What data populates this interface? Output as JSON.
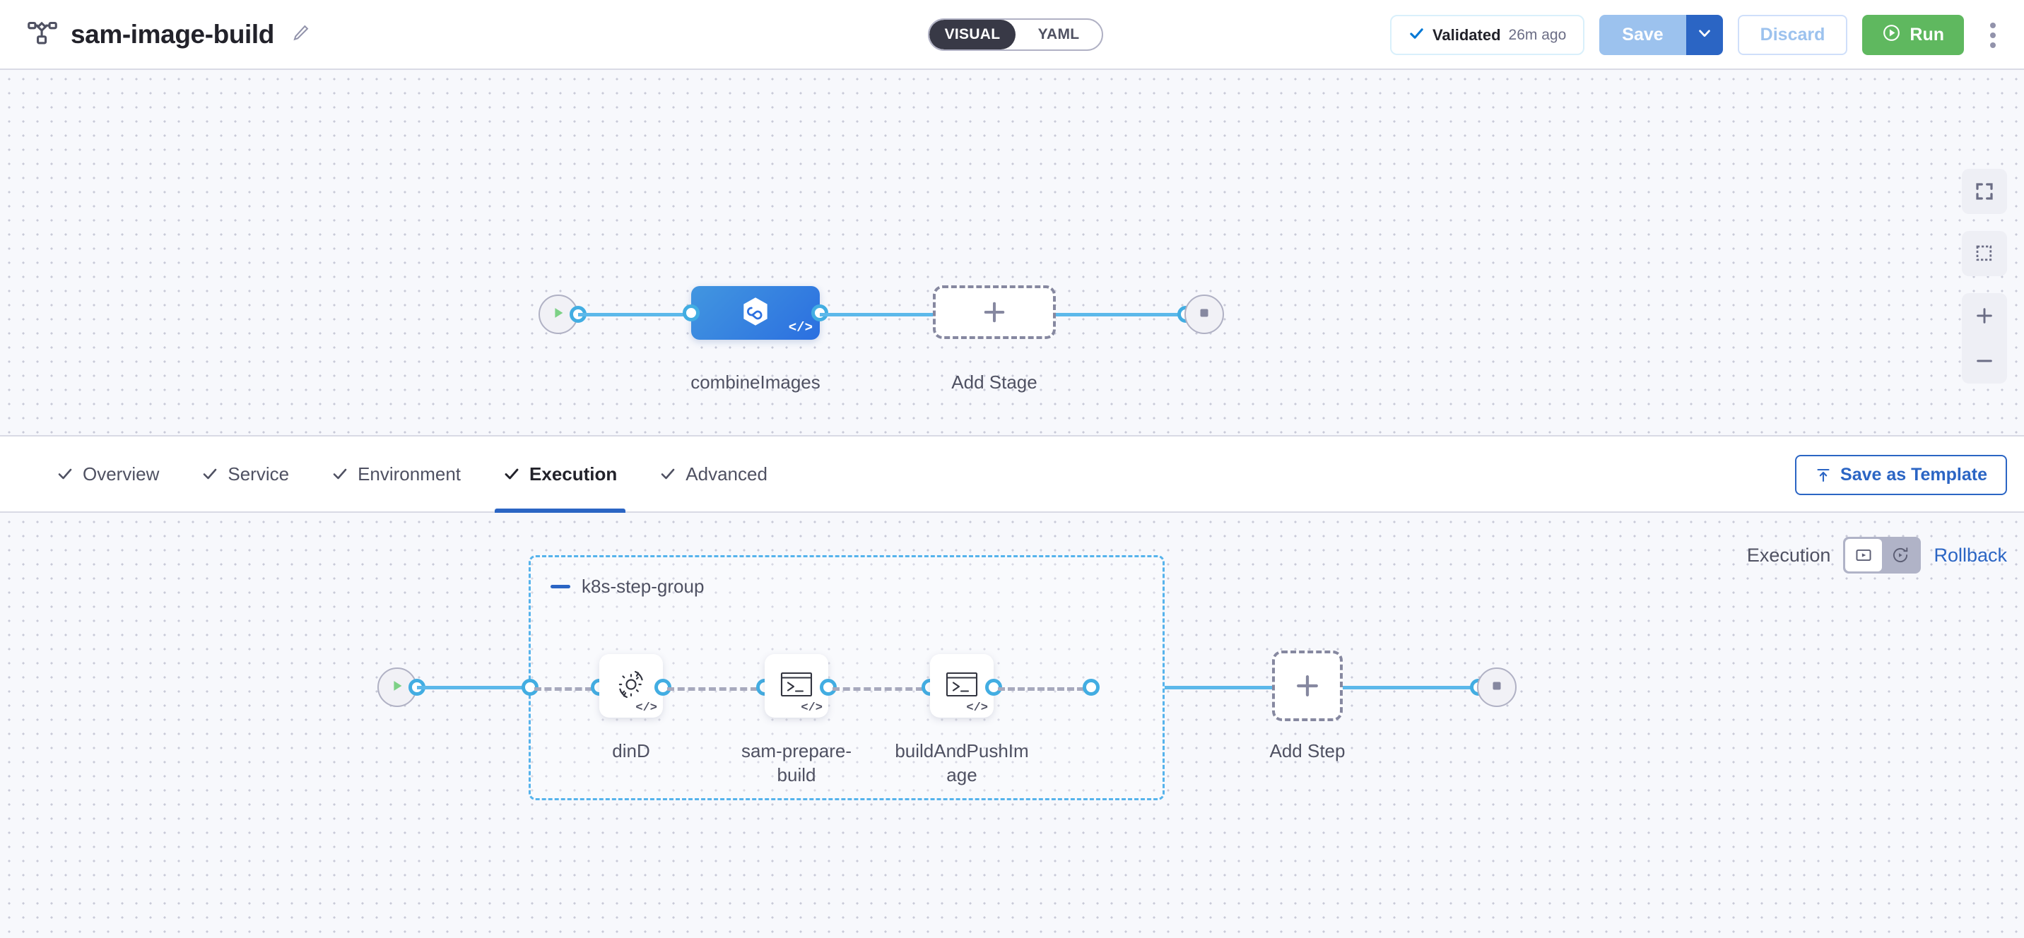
{
  "header": {
    "pipeline_icon": "pipeline-nodes-icon",
    "title": "sam-image-build",
    "edit_icon": "pencil-icon",
    "view_toggle": {
      "options": [
        "VISUAL",
        "YAML"
      ],
      "selected": "VISUAL"
    },
    "validated": {
      "icon": "check-icon",
      "label": "Validated",
      "time": "26m ago"
    },
    "save": {
      "label": "Save",
      "caret_icon": "chevron-down-icon"
    },
    "discard": {
      "label": "Discard"
    },
    "run": {
      "label": "Run",
      "icon": "play-circle-icon"
    },
    "more_menu": {
      "icon": "kebab-menu-icon"
    }
  },
  "stage_canvas": {
    "start_node": {
      "icon": "play-icon"
    },
    "end_node": {
      "icon": "stop-icon"
    },
    "stage": {
      "name": "combineImages",
      "icon": "ci-hexagon-infinity-icon",
      "badge": "</>"
    },
    "add_stage": {
      "label": "Add Stage",
      "icon": "plus-icon"
    },
    "controls": [
      {
        "name": "fit-to-screen",
        "icon": "expand-icon"
      },
      {
        "name": "selection-box",
        "icon": "dashed-square-icon"
      },
      {
        "name": "zoom-in",
        "icon": "plus-icon"
      },
      {
        "name": "zoom-out",
        "icon": "minus-icon"
      }
    ]
  },
  "tabs": {
    "items": [
      {
        "label": "Overview",
        "icon": "check-icon",
        "active": false
      },
      {
        "label": "Service",
        "icon": "check-icon",
        "active": false
      },
      {
        "label": "Environment",
        "icon": "check-icon",
        "active": false
      },
      {
        "label": "Execution",
        "icon": "check-icon",
        "active": true
      },
      {
        "label": "Advanced",
        "icon": "check-icon",
        "active": false
      }
    ],
    "save_as_template": {
      "label": "Save as Template",
      "icon": "template-upload-icon"
    }
  },
  "execution_canvas": {
    "mode_toggle": {
      "execution_label": "Execution",
      "rollback_label": "Rollback",
      "buttons": [
        {
          "name": "execution-mode",
          "icon": "play-box-icon",
          "active": true
        },
        {
          "name": "rollback-mode",
          "icon": "rollback-circle-icon",
          "active": false
        }
      ]
    },
    "start_node": {
      "icon": "play-icon"
    },
    "end_node": {
      "icon": "stop-icon"
    },
    "group": {
      "title": "k8s-step-group",
      "collapse_icon": "minus-icon"
    },
    "steps": [
      {
        "name": "dinD",
        "icon": "gear-rotate-icon",
        "badge": "</>"
      },
      {
        "name": "sam-prepare-\nbuild",
        "icon": "terminal-icon",
        "badge": "</>"
      },
      {
        "name": "buildAndPushIm\nage",
        "icon": "terminal-icon",
        "badge": "</>"
      }
    ],
    "add_step": {
      "label": "Add Step",
      "icon": "plus-icon"
    }
  },
  "colors": {
    "accent_blue": "#2b65c4",
    "link_blue": "#5cb8ea",
    "run_green": "#5fb85f",
    "canvas_bg": "#f7f8fc",
    "group_border": "#56b3ec"
  }
}
